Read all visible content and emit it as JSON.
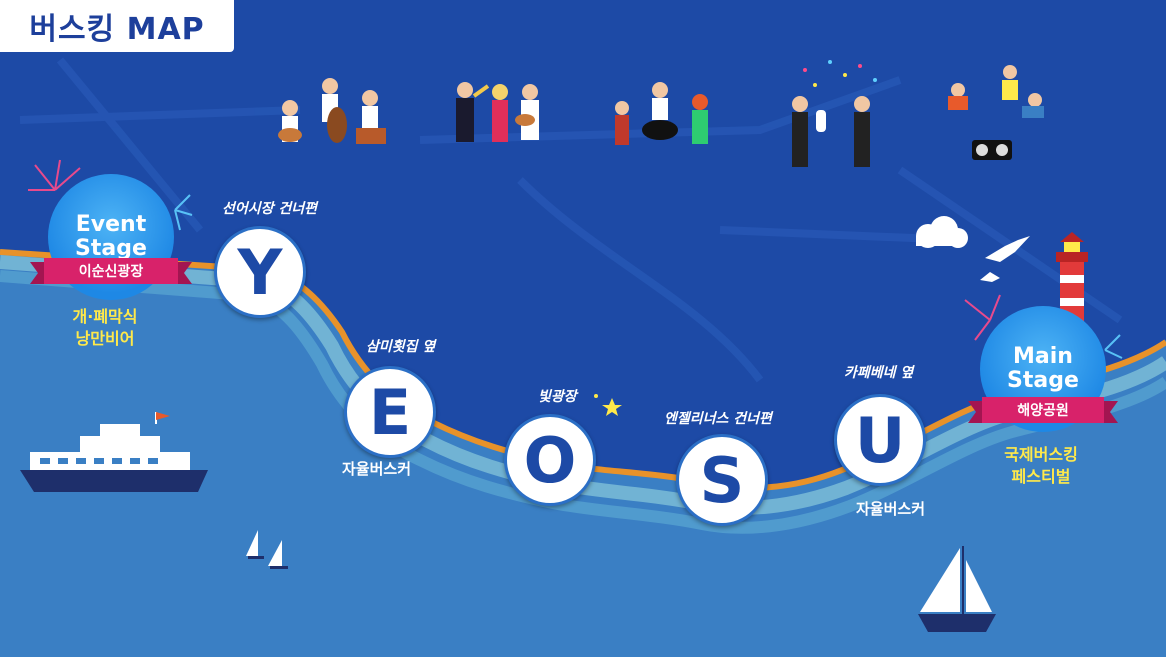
{
  "title": "버스킹 MAP",
  "colors": {
    "land": "#1d4aa6",
    "sea": "#3a7fc4",
    "coast_orange": "#e8922a",
    "stage_blue": "#1e88e5",
    "ribbon_pink": "#d8226a",
    "label_yellow": "#ffe94a"
  },
  "event_stage": {
    "line1": "Event",
    "line2": "Stage",
    "ribbon": "이순신광장",
    "caption_line1": "개·폐막식",
    "caption_line2": "낭만비어"
  },
  "main_stage": {
    "line1": "Main",
    "line2": "Stage",
    "ribbon": "해양공원",
    "caption_line1": "국제버스킹",
    "caption_line2": "페스티벌"
  },
  "stops": [
    {
      "letter": "Y",
      "label": "선어시장 건너편"
    },
    {
      "letter": "E",
      "label": "삼미횟집 옆",
      "below": "자율버스커"
    },
    {
      "letter": "O",
      "label": "빛광장"
    },
    {
      "letter": "S",
      "label": "엔젤리너스 건너편"
    },
    {
      "letter": "U",
      "label": "카페베네 옆",
      "below": "자율버스커"
    }
  ],
  "icons": [
    "band-icon",
    "jazz-band-icon",
    "rock-band-icon",
    "magician-icon",
    "bboy-icon",
    "ship-icon",
    "sailboat-icon",
    "lighthouse-icon",
    "seagull-icon",
    "cloud-icon"
  ]
}
